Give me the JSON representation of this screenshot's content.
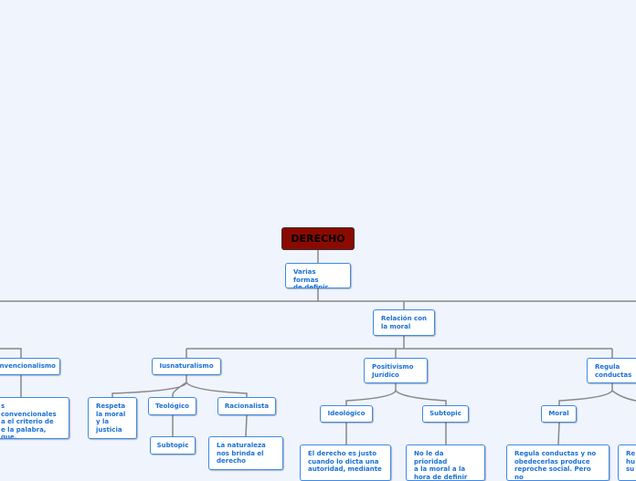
{
  "colors": {
    "background": "#f0f4fd",
    "root_fill": "#8b0a00",
    "node_border": "#3d8ae6",
    "node_text": "#1a6fd6",
    "connector": "#888888"
  },
  "root": "DERECHO",
  "nodes": {
    "varias": "Varias formas\nde definir",
    "relacion": "Relación con\nla moral",
    "convencionalismo": "nvencionalismo",
    "convencionalismo_desc": "s convencionales\na el criterio de\ne la palabra, que,\nun significado",
    "iusnaturalismo": "Iusnaturalismo",
    "respeta": "Respeta\nla moral\ny la\njusticia",
    "teologico": "Teológico",
    "racionalista": "Racionalista",
    "subtopic1": "Subtopic",
    "naturaleza": "La naturaleza\nnos brinda el\nderecho",
    "positivismo": "Positivismo\nJurídico",
    "ideologico": "Ideológico",
    "subtopic2": "Subtopic",
    "derecho_justo": "El derecho es justo\ncuando lo dicta una\nautoridad, mediante",
    "prioridad": "No le da prioridad\na la moral a la\nhora de definir un",
    "regula": "Regula\nconductas",
    "moral": "Moral",
    "regula_desc": "Regula conductas y no\nobedecerlas produce\nreproche social. Pero no",
    "partial_right": "Re\nhu\nsu"
  }
}
